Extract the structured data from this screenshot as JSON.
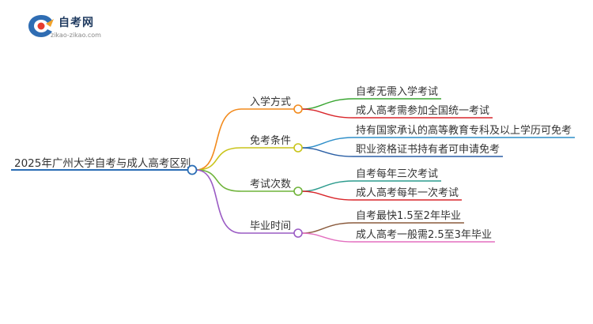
{
  "logo": {
    "title": "自考网",
    "subtitle": "zikao-zikao.com"
  },
  "root": {
    "label": "2025年广州大学自考与成人高考区别",
    "color": "#2a6db5"
  },
  "branches": [
    {
      "label": "入学方式",
      "color": "#f28a1c",
      "leaves": [
        {
          "label": "自考无需入学考试",
          "color": "#3aa632"
        },
        {
          "label": "成人高考需参加全国统一考试",
          "color": "#d9262b"
        }
      ]
    },
    {
      "label": "免考条件",
      "color": "#c9c41a",
      "leaves": [
        {
          "label": "持有国家承认的高等教育专科及以上学历可免考",
          "color": "#2f8fc9"
        },
        {
          "label": "职业资格证书持有者可申请免考",
          "color": "#2a5fa5"
        }
      ]
    },
    {
      "label": "考试次数",
      "color": "#6fb33a",
      "leaves": [
        {
          "label": "自考每年三次考试",
          "color": "#2c9b8d"
        },
        {
          "label": "成人高考每年一次考试",
          "color": "#d9262b"
        }
      ]
    },
    {
      "label": "毕业时间",
      "color": "#9a5bc4",
      "leaves": [
        {
          "label": "自考最快1.5至2年毕业",
          "color": "#8a5a3c"
        },
        {
          "label": "成人高考一般需2.5至3年毕业",
          "color": "#e36fbf"
        }
      ]
    }
  ]
}
